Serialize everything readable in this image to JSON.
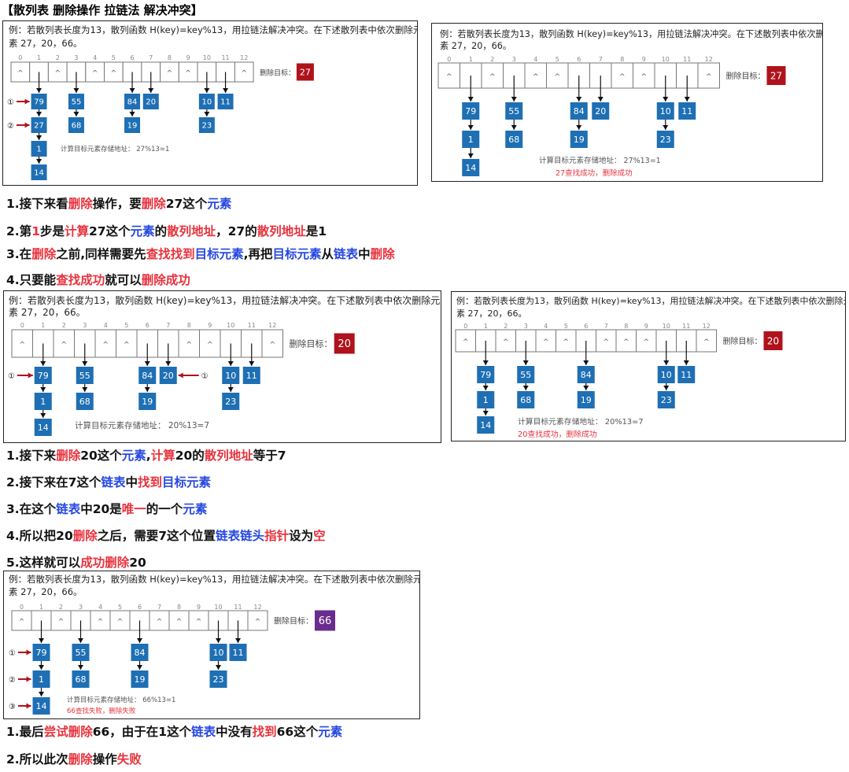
{
  "title": "【散列表 删除操作 拉链法 解决冲突】",
  "example_line1": "例：若散列表长度为13，散列函数 H(key)=key%13，用拉链法解决冲突。在下述散列表中依次删除元",
  "example_line1_short": "例：若散列表长度为13，散列函数 H(key)=key%13，用拉链法解决冲突。在下述散列表中依次删除元",
  "example_line2": "素 27，20，66。",
  "null_symbol": "^",
  "delete_target_label": "删除目标：",
  "indices": [
    "0",
    "1",
    "2",
    "3",
    "4",
    "5",
    "6",
    "7",
    "8",
    "9",
    "10",
    "11",
    "12"
  ],
  "colors": {
    "node": "#1e6fb4",
    "target_red": "#b0121b",
    "target_purple": "#6a2c8e",
    "arrow_red": "#b0121b",
    "msg_red": "#e8323c"
  },
  "panels": {
    "p1": {
      "target": "27",
      "calc": "计算目标元素存储地址： 27%13=1",
      "markers": [
        "①",
        "②"
      ]
    },
    "p2": {
      "target": "27",
      "calc": "计算目标元素存储地址： 27%13=1",
      "msg": "27查找成功，删除成功"
    },
    "p3": {
      "target": "20",
      "calc": "计算目标元素存储地址： 20%13=7",
      "markers": [
        "①"
      ]
    },
    "p4": {
      "target": "20",
      "calc": "计算目标元素存储地址： 20%13=7",
      "msg": "20查找成功，删除成功"
    },
    "p5": {
      "target": "66",
      "calc": "计算目标元素存储地址： 66%13=1",
      "msg": "66查找失败，删除失败",
      "markers": [
        "①",
        "②",
        "③"
      ]
    }
  },
  "chains": {
    "p1": [
      [
        "1",
        [
          "79",
          "27",
          "1",
          "14"
        ]
      ],
      [
        "3",
        [
          "55",
          "68"
        ]
      ],
      [
        "6",
        [
          "84",
          "19"
        ]
      ],
      [
        "7",
        [
          "20"
        ]
      ],
      [
        "10",
        [
          "10",
          "23"
        ]
      ],
      [
        "11",
        [
          "11"
        ]
      ]
    ],
    "p2": [
      [
        "1",
        [
          "79",
          "1",
          "14"
        ]
      ],
      [
        "3",
        [
          "55",
          "68"
        ]
      ],
      [
        "6",
        [
          "84",
          "19"
        ]
      ],
      [
        "7",
        [
          "20"
        ]
      ],
      [
        "10",
        [
          "10",
          "23"
        ]
      ],
      [
        "11",
        [
          "11"
        ]
      ]
    ],
    "p3": [
      [
        "1",
        [
          "79",
          "1",
          "14"
        ]
      ],
      [
        "3",
        [
          "55",
          "68"
        ]
      ],
      [
        "6",
        [
          "84",
          "19"
        ]
      ],
      [
        "7",
        [
          "20"
        ]
      ],
      [
        "10",
        [
          "10",
          "23"
        ]
      ],
      [
        "11",
        [
          "11"
        ]
      ]
    ],
    "p4": [
      [
        "1",
        [
          "79",
          "1",
          "14"
        ]
      ],
      [
        "3",
        [
          "55",
          "68"
        ]
      ],
      [
        "6",
        [
          "84",
          "19"
        ]
      ],
      [
        "10",
        [
          "10",
          "23"
        ]
      ],
      [
        "11",
        [
          "11"
        ]
      ]
    ],
    "p5": [
      [
        "1",
        [
          "79",
          "1",
          "14"
        ]
      ],
      [
        "3",
        [
          "55",
          "68"
        ]
      ],
      [
        "6",
        [
          "84",
          "19"
        ]
      ],
      [
        "10",
        [
          "10",
          "23"
        ]
      ],
      [
        "11",
        [
          "11"
        ]
      ]
    ]
  },
  "steps1": [
    [
      "1.接下来看",
      "删除",
      "操作，要",
      "删除",
      "27这个",
      "元素",
      ""
    ],
    [
      "2.第",
      "1",
      "步是",
      "计算",
      "27这个",
      "元素",
      "的",
      "散列地址",
      "，27的",
      "散列地址",
      "是1"
    ],
    [
      "3.在",
      "删除",
      "之前,同样需要先",
      "查找",
      "找到",
      "目标元素",
      ",再把",
      "目标元素",
      "从",
      "链表",
      "中",
      "删除"
    ],
    [
      "4.只要能",
      "查找",
      "成功",
      "就可以",
      "删除",
      "成功"
    ]
  ],
  "steps2": [
    [
      "1.接下来",
      "删除",
      "20这个",
      "元素",
      ",",
      "计算",
      "20的",
      "散列地址",
      "等于7"
    ],
    [
      "2.接下来在7这个",
      "链表",
      "中",
      "找到",
      "目标元素"
    ],
    [
      "3.在这个",
      "链表",
      "中20是",
      "唯一",
      "的一个",
      "元素"
    ],
    [
      "4.所以把20",
      "删除",
      "之后，需要7这个位置",
      "链表",
      "链头",
      "指针",
      "设为",
      "空"
    ],
    [
      "5.这样就可以",
      "成功",
      "删除",
      "20"
    ]
  ],
  "steps3": [
    [
      "1.最后",
      "尝试",
      "删除",
      "66，由于在1这个",
      "链表",
      "中没有",
      "找到",
      "66这个",
      "元素"
    ],
    [
      "2.所以此次",
      "删除",
      "操作",
      "失败"
    ]
  ]
}
